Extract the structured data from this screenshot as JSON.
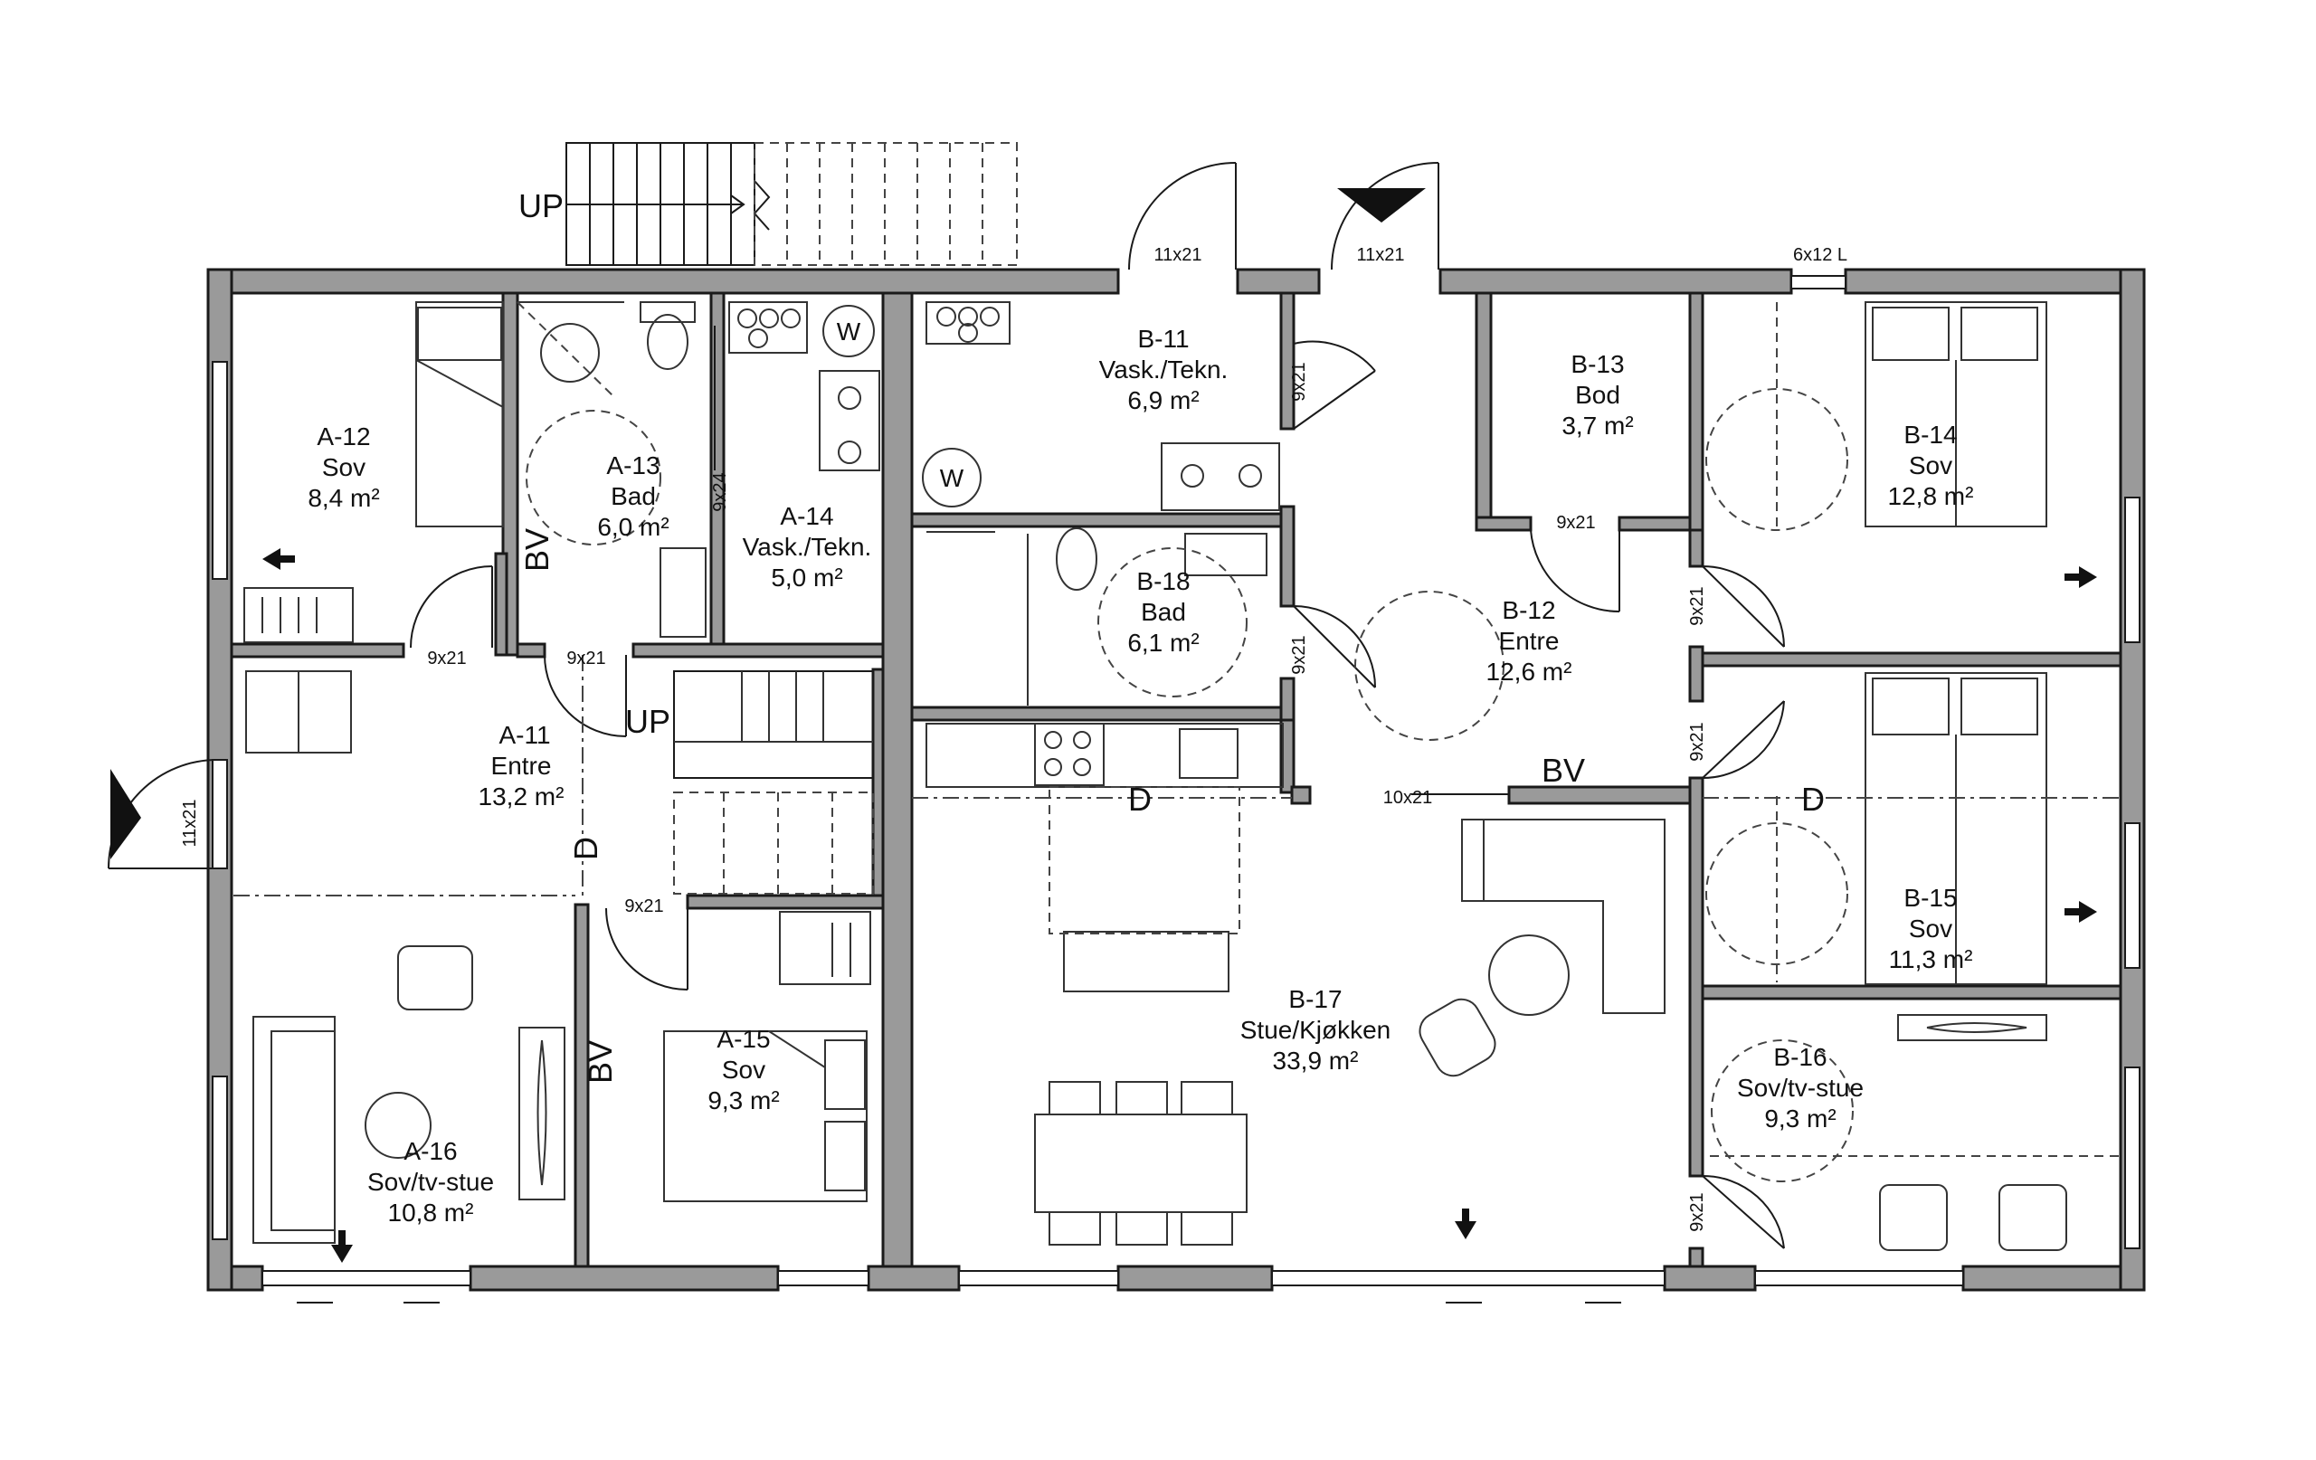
{
  "rooms": [
    {
      "id": "A-12",
      "name": "Sov",
      "area": "8,4 m²"
    },
    {
      "id": "A-13",
      "name": "Bad",
      "area": "6,0 m²"
    },
    {
      "id": "A-14",
      "name": "Vask./Tekn.",
      "area": "5,0 m²"
    },
    {
      "id": "A-11",
      "name": "Entre",
      "area": "13,2 m²"
    },
    {
      "id": "A-15",
      "name": "Sov",
      "area": "9,3 m²"
    },
    {
      "id": "A-16",
      "name": "Sov/tv-stue",
      "area": "10,8 m²"
    },
    {
      "id": "B-11",
      "name": "Vask./Tekn.",
      "area": "6,9 m²"
    },
    {
      "id": "B-13",
      "name": "Bod",
      "area": "3,7 m²"
    },
    {
      "id": "B-14",
      "name": "Sov",
      "area": "12,8 m²"
    },
    {
      "id": "B-18",
      "name": "Bad",
      "area": "6,1 m²"
    },
    {
      "id": "B-12",
      "name": "Entre",
      "area": "12,6 m²"
    },
    {
      "id": "B-15",
      "name": "Sov",
      "area": "11,3 m²"
    },
    {
      "id": "B-17",
      "name": "Stue/Kjøkken",
      "area": "33,9 m²"
    },
    {
      "id": "B-16",
      "name": "Sov/tv-stue",
      "area": "9,3 m²"
    }
  ],
  "door_labels": {
    "d_ext_top1": "11x21",
    "d_ext_top2": "11x21",
    "d_win_top": "6x12 L",
    "d_a12": "9x21",
    "d_a13": "9x21",
    "d_a14": "9x24",
    "d_a15": "9x21",
    "d_ext_left": "11x21",
    "d_b11": "9x21",
    "d_b13": "9x21",
    "d_b14": "9x21",
    "d_b18": "9x21",
    "d_b15": "9x21",
    "d_b16": "9x21",
    "d_b17": "10x21"
  },
  "markers": {
    "up_stair_outside": "UP",
    "up_stair_inside": "UP",
    "bv_a13": "BV",
    "bv_a15": "BV",
    "bv_b": "BV",
    "d_a": "D",
    "d_b17": "D",
    "d_b15": "D",
    "w1": "W",
    "w2": "W"
  },
  "colors": {
    "wall": "#9a9a9a",
    "line": "#1a1a1a"
  }
}
